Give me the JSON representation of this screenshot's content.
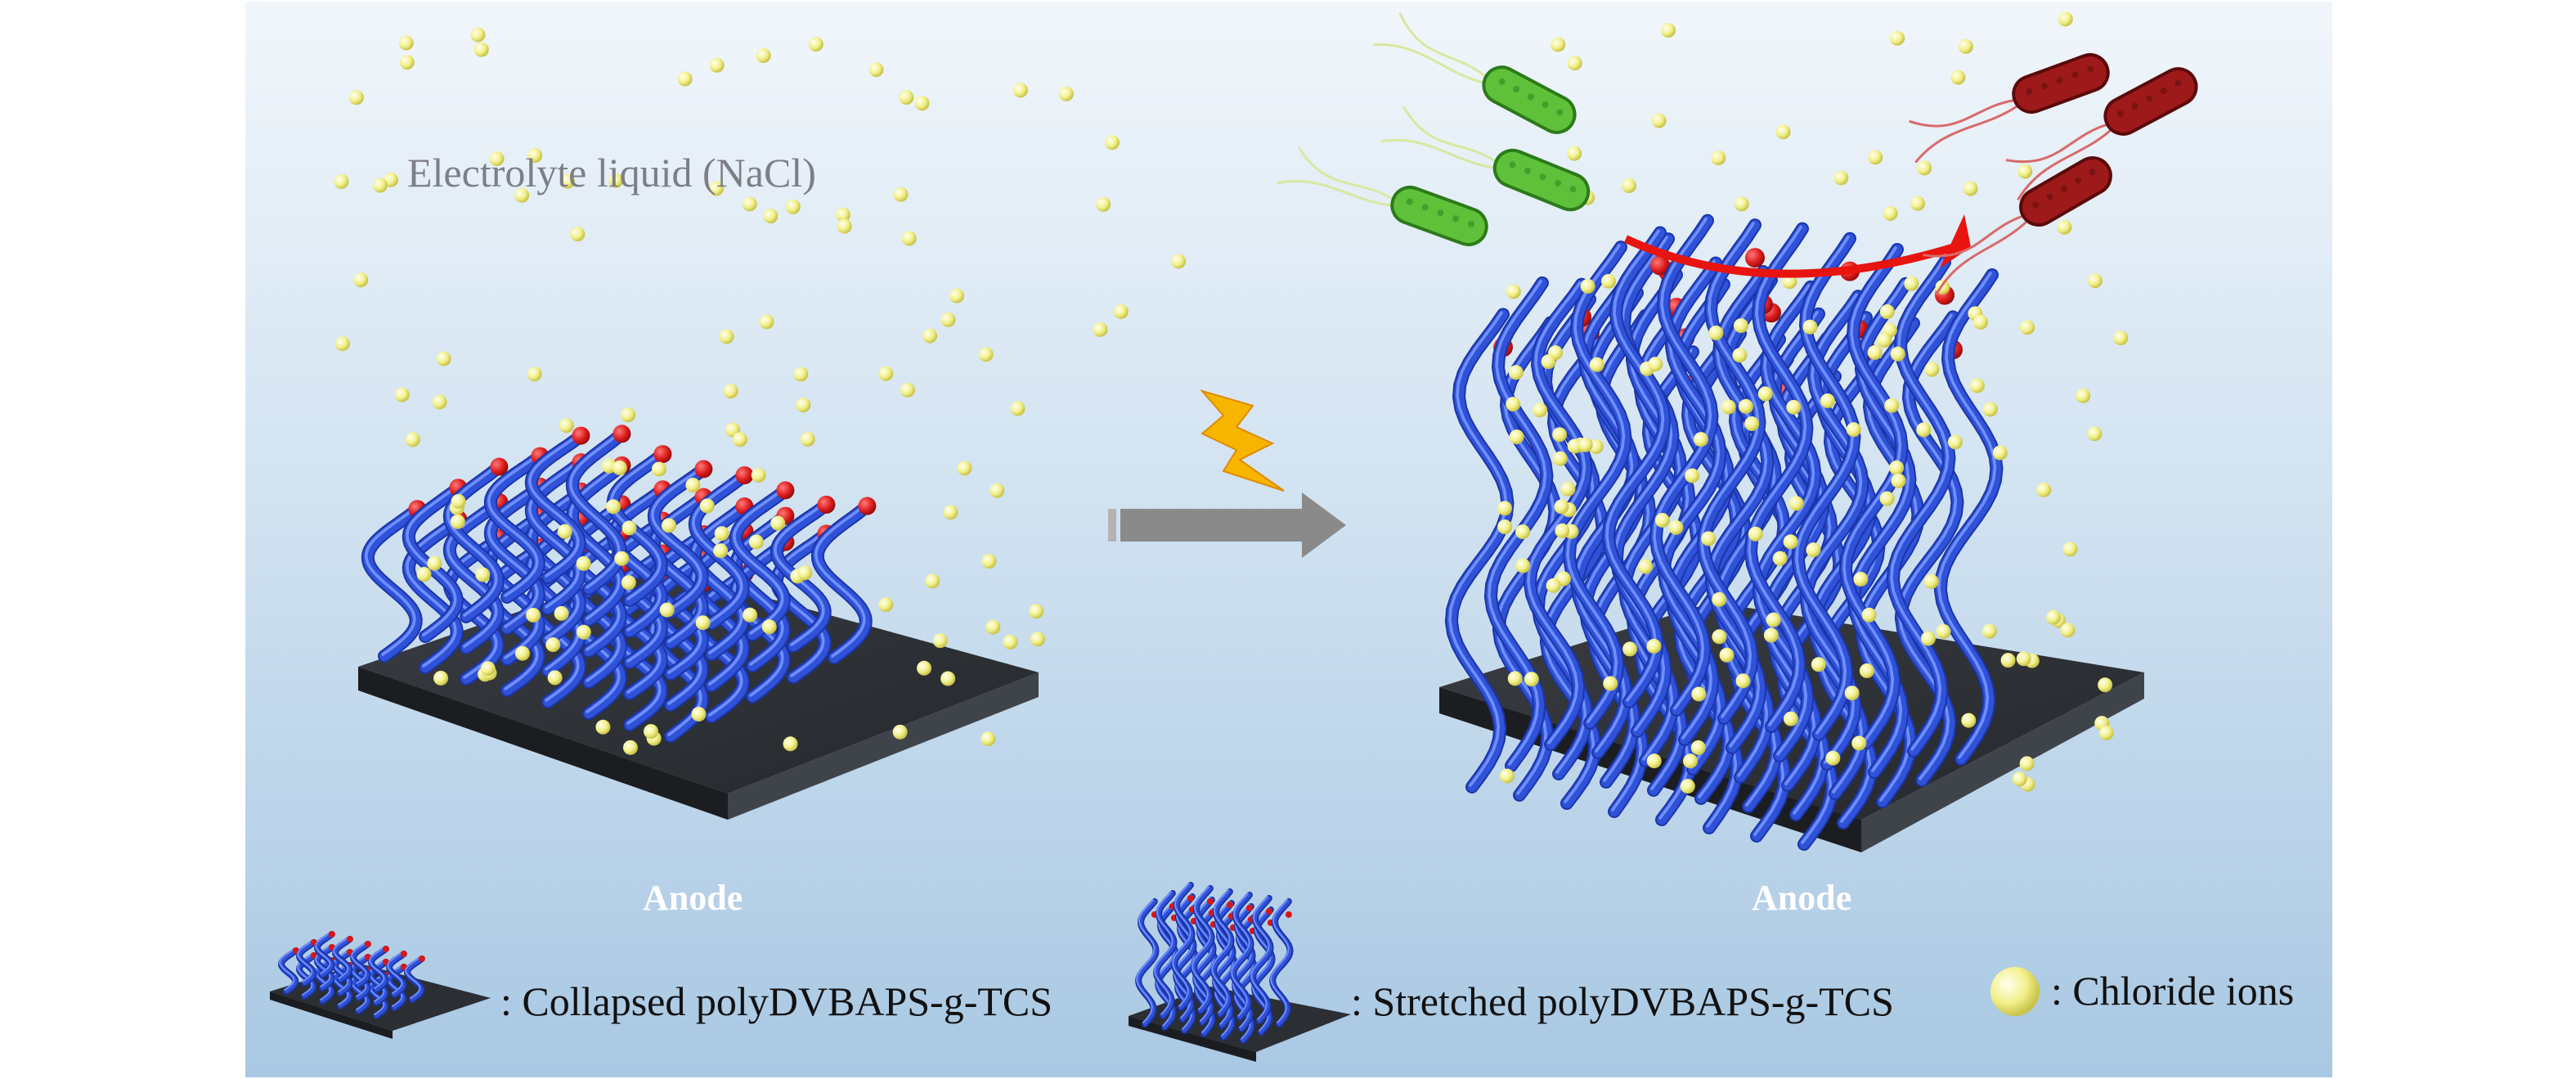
{
  "labels": {
    "electrolyte": "Electrolyte liquid (NaCl)",
    "anode_left": "Anode",
    "anode_right": "Anode"
  },
  "legend": {
    "collapsed": ": Collapsed polyDVBAPS-g-TCS",
    "stretched": ": Stretched polyDVBAPS-g-TCS",
    "chloride": ": Chloride ions"
  },
  "colors": {
    "chain": "#2f52d8",
    "chain_highlight": "#6f8fff",
    "chloride_ion": "#ecec7a",
    "charged_group": "#d61818",
    "anode_plate": "#2b2e33",
    "arrow": "#8a8a8a",
    "lightning": "#f7b500",
    "bacteria_live": "#5fc13a",
    "bacteria_dead": "#9e1a1a",
    "release_arrow": "#e8140f"
  },
  "icons": [
    "lightning-bolt-icon",
    "process-arrow-icon",
    "release-arrow-icon",
    "bacteria-icon"
  ]
}
